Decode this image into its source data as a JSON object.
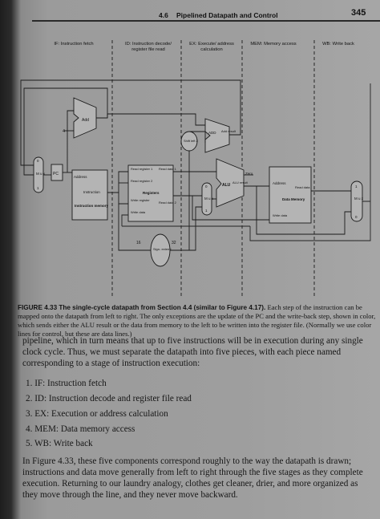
{
  "header": {
    "section": "4.6",
    "title": "Pipelined Datapath and Control",
    "page_number": "345"
  },
  "stages": [
    "IF: Instruction fetch",
    "ID: Instruction decode/ register file read",
    "EX: Execute/ address calculation",
    "MEM: Memory access",
    "WB: Write back"
  ],
  "diagram": {
    "add": "Add",
    "add_alu": "ADD",
    "add_result": "Add result",
    "four": "4",
    "shift": "Shift left 2",
    "pc": "PC",
    "mux": "M u x",
    "mux_0": "0",
    "mux_1": "1",
    "address": "Address",
    "instruction": "Instruction",
    "instruction_memory": "Instruction memory",
    "read_register_1": "Read register 1",
    "read_register_2": "Read register 2",
    "registers": "Registers",
    "write_register": "Write register",
    "write_data": "Write data",
    "read_data_1": "Read data 1",
    "read_data_2": "Read data 2",
    "zero": "Zero",
    "alu": "ALU",
    "alu_result": "ALU result",
    "data_address": "Address",
    "data_read_data": "Read data",
    "data_memory": "Data Memory",
    "data_write_data": "Write data",
    "sixteen": "16",
    "thirty_two": "32",
    "sign_extend": "Sign- extend"
  },
  "caption": {
    "label": "FIGURE 4.33",
    "title": "The single-cycle datapath from Section 4.4 (similar to Figure 4.17).",
    "text": "Each step of the instruction can be mapped onto the datapath from left to right. The only exceptions are the update of the PC and the write-back step, shown in color, which sends either the ALU result or the data from memory to the left to be written into the register file. (Normally we use color lines for control, but these are data lines.)"
  },
  "body": {
    "paragraph": "pipeline, which in turn means that up to five instructions will be in execution during any single clock cycle. Thus, we must separate the datapath into five pieces, with each piece named corresponding to a stage of instruction execution:",
    "list": [
      "1. IF: Instruction fetch",
      "2. ID: Instruction decode and register file read",
      "3. EX: Execution or address calculation",
      "4. MEM: Data memory access",
      "5. WB: Write back"
    ],
    "closing": "In Figure 4.33, these five components correspond roughly to the way the datapath is drawn; instructions and data move generally from left to right through the five stages as they complete execution. Returning to our laundry analogy, clothes get cleaner, drier, and more organized as they move through the line, and they never move backward."
  }
}
